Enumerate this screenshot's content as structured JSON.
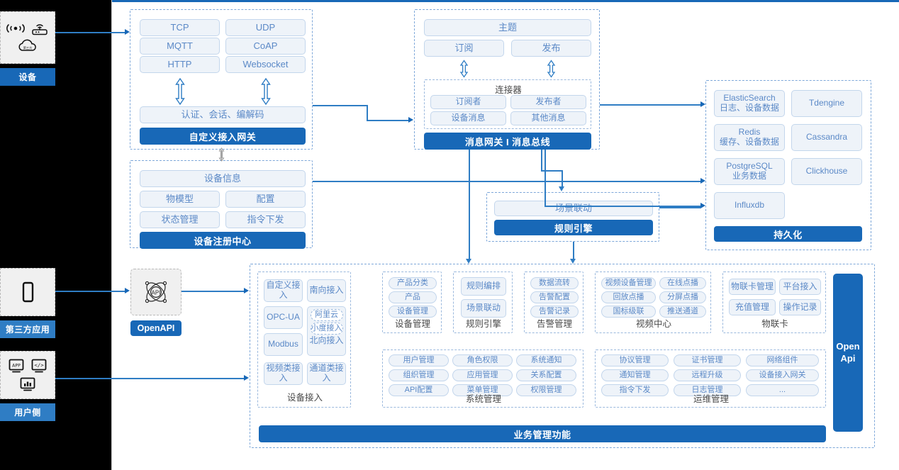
{
  "sidebar": {
    "groups": [
      {
        "label": "设备",
        "icons": [
          "wifi-signal-icon",
          "router-icon",
          "cloud-icon"
        ]
      },
      {
        "label": "第三方应用",
        "icons": [
          "mobile-phone-icon"
        ]
      },
      {
        "label": "用户侧",
        "icons": [
          "app-window-icon",
          "code-window-icon",
          "dashboard-window-icon"
        ]
      }
    ]
  },
  "gateway": {
    "protocols": [
      "TCP",
      "UDP",
      "MQTT",
      "CoAP",
      "HTTP",
      "Websocket"
    ],
    "middle": "认证、会话、编解码",
    "title": "自定义接入网关"
  },
  "message_bus": {
    "topic": "主题",
    "subscribe": "订阅",
    "publish": "发布",
    "connector_title": "连接器",
    "connector_items": [
      "订阅者",
      "发布者",
      "设备消息",
      "其他消息"
    ],
    "title": "消息网关 I 消息总线"
  },
  "registry": {
    "info": "设备信息",
    "items": [
      "物模型",
      "配置",
      "状态管理",
      "指令下发"
    ],
    "title": "设备注册中心"
  },
  "rule_engine": {
    "scene": "场景联动",
    "title": "规则引擎"
  },
  "persistence": {
    "left": [
      {
        "name": "ElasticSearch",
        "desc": "日志、设备数据"
      },
      {
        "name": "Redis",
        "desc": "缓存、设备数据"
      },
      {
        "name": "PostgreSQL",
        "desc": "业务数据"
      },
      {
        "name": "Influxdb",
        "desc": ""
      }
    ],
    "right": [
      "Tdengine",
      "Cassandra",
      "Clickhouse"
    ],
    "title": "持久化"
  },
  "openapi": {
    "icon": "api-atom-icon",
    "label": "OpenAPI",
    "vertical_line1": "Open",
    "vertical_line2": "Api"
  },
  "business": {
    "columns_top": [
      {
        "label": "设备接入",
        "kind": "access",
        "cells": [
          "自定义接入",
          "南向接入",
          "OPC-UA",
          "Modbus",
          "视频类接入",
          "通道类接入"
        ],
        "north": {
          "title": "北向接入",
          "subs": [
            "阿里云",
            "小度接入"
          ]
        }
      },
      {
        "label": "设备管理",
        "items": [
          "产品分类",
          "产品",
          "设备管理"
        ]
      },
      {
        "label": "规则引擎",
        "items": [
          "规则编排",
          "场景联动"
        ]
      },
      {
        "label": "告警管理",
        "items": [
          "数据流转",
          "告警配置",
          "告警记录"
        ]
      },
      {
        "label": "视频中心",
        "items": [
          "视频设备管理",
          "在线点播",
          "回放点播",
          "分屏点播",
          "国标级联",
          "推送通道"
        ]
      },
      {
        "label": "物联卡",
        "items": [
          "物联卡管理",
          "平台接入",
          "充值管理",
          "操作记录"
        ]
      }
    ],
    "columns_bottom": [
      {
        "label": "系统管理",
        "items": [
          "用户管理",
          "角色权限",
          "系统通知",
          "组织管理",
          "应用管理",
          "关系配置",
          "API配置",
          "菜单管理",
          "权限管理"
        ]
      },
      {
        "label": "运维管理",
        "items": [
          "协议管理",
          "证书管理",
          "网络组件",
          "通知管理",
          "远程升级",
          "设备接入网关",
          "指令下发",
          "日志管理",
          "..."
        ]
      }
    ],
    "footer": "业务管理功能"
  },
  "colors": {
    "accent": "#1868b7",
    "line": "#2f7dc4",
    "card_bg": "#eef3f9",
    "card_border": "#c3d6ec",
    "card_text": "#5b89c7",
    "section_border": "#7da7d9",
    "panel_black": "#000000"
  }
}
